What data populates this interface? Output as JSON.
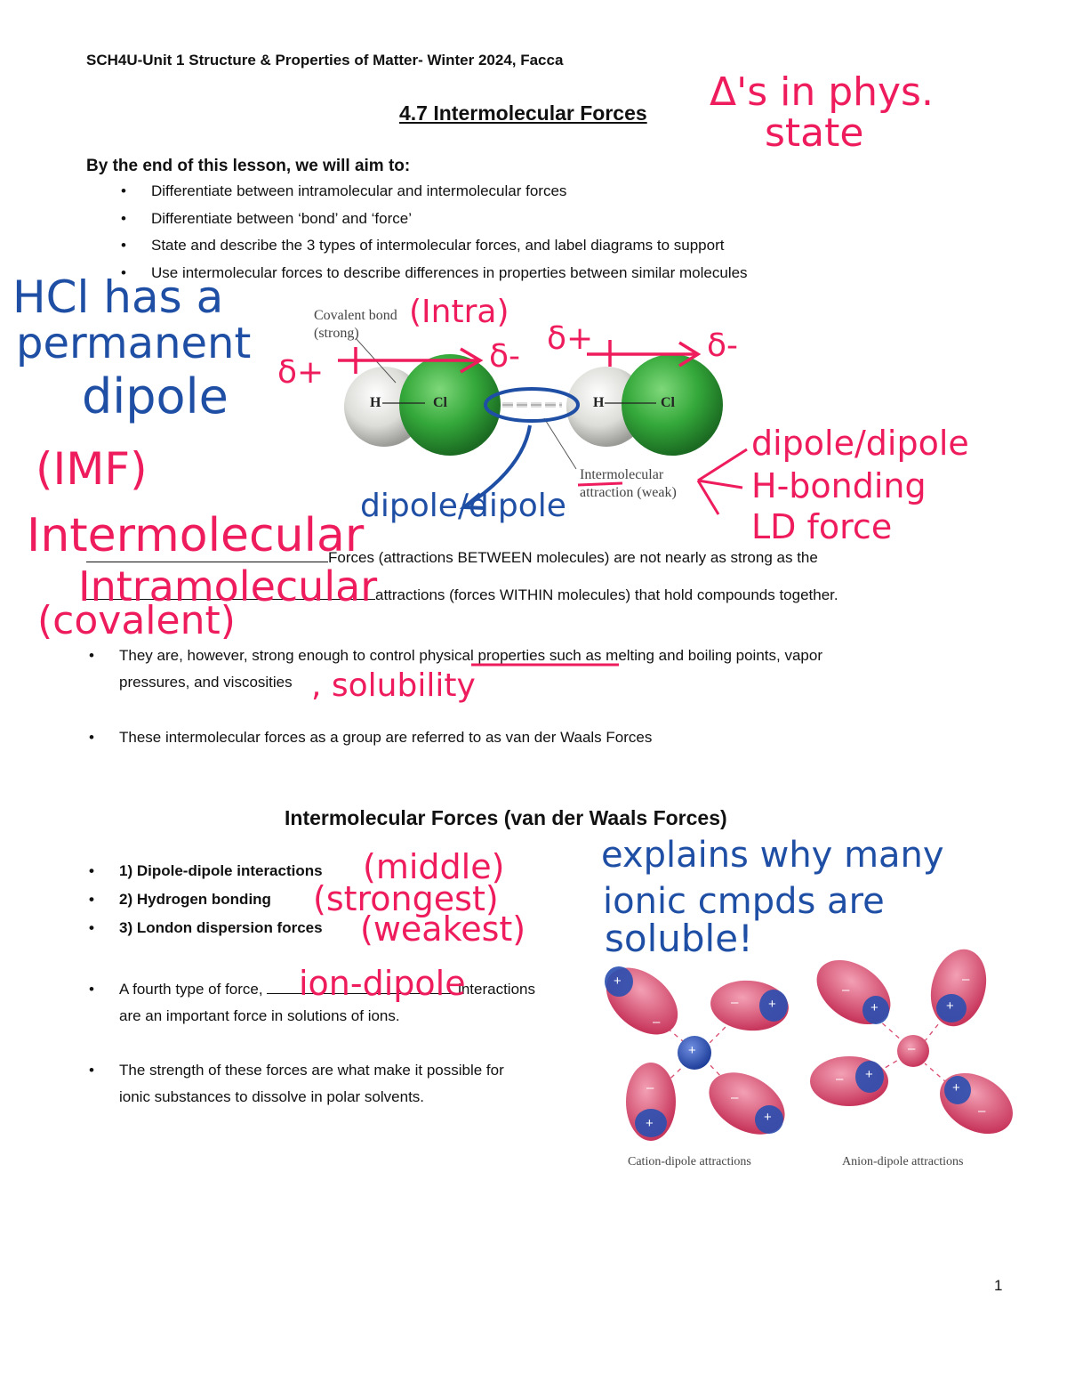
{
  "header": "SCH4U-Unit 1 Structure & Properties of Matter- Winter 2024, Facca",
  "title": "4.7 Intermolecular Forces",
  "intro": "By the end of this lesson, we will aim to:",
  "goals": [
    "Differentiate between intramolecular and intermolecular forces",
    "Differentiate between ‘bond’ and ‘force’",
    "State and describe the 3 types of intermolecular forces, and label diagrams to support",
    "Use intermolecular forces to describe differences in properties between similar molecules"
  ],
  "figure1": {
    "covalent_label_1": "Covalent bond",
    "covalent_label_2": "(strong)",
    "atom_h": "H",
    "atom_cl": "Cl",
    "im_label_1": "Intermolecular",
    "im_label_2": "attraction (weak)"
  },
  "para1_text": "Forces (attractions BETWEEN molecules) are not nearly as strong as the",
  "para2_text": "attractions (forces WITHIN molecules) that hold compounds together.",
  "bullets1": {
    "b1_line1_pre": "They are, however, strong enough to control ",
    "b1_underlined": "physical properties",
    "b1_line1_post": " such as melting and boiling points, vapor",
    "b1_line2": "pressures, and viscosities",
    "b2": "These intermolecular forces as a group are referred to as van der Waals Forces"
  },
  "section2_title": "Intermolecular Forces (van der Waals Forces)",
  "imf_list": [
    "1) Dipole-dipole interactions",
    "2) Hydrogen bonding",
    "3) London dispersion forces"
  ],
  "fourth_type": {
    "pre": "A fourth type of force,",
    "post": "interactions",
    "line2": "are an important force in solutions of ions."
  },
  "strength_text": {
    "line1": "The strength of these forces are what make it possible for",
    "line2": "ionic substances to dissolve in polar solvents."
  },
  "figure2": {
    "cation_caption": "Cation-dipole attractions",
    "anion_caption": "Anion-dipole attractions",
    "plus": "+",
    "minus": "–"
  },
  "handwriting": {
    "phys_state_1": "Δ's in phys.",
    "phys_state_2": "state",
    "hcl_1": "HCl has a",
    "hcl_2": "permanent",
    "hcl_3": "dipole",
    "intra": "(Intra)",
    "delta_plus_1": "δ+",
    "delta_minus_1": "δ-",
    "delta_plus_2": "δ+",
    "delta_minus_2": "δ-",
    "imf_abbrev": "(IMF)",
    "intermolecular": "Intermolecular",
    "intramolecular": "Intramolecular",
    "covalent": "(covalent)",
    "dipole_dipole": "dipole/dipole",
    "types_1": "dipole/dipole",
    "types_2": "H-bonding",
    "types_3": "LD force",
    "solubility": ", solubility",
    "middle": "(middle)",
    "strongest": "(strongest)",
    "weakest": "(weakest)",
    "ion_dipole": "ion-dipole",
    "explains_1": "explains why many",
    "explains_2": "ionic cmpds are",
    "explains_3": "soluble!"
  },
  "page_number": "1",
  "colors": {
    "ink_pink": "#ee1c5c",
    "ink_blue": "#1f4fa5",
    "chlorine": "#3aaa3a",
    "cation": "#2a4fb0",
    "anion": "#d94a6e"
  }
}
